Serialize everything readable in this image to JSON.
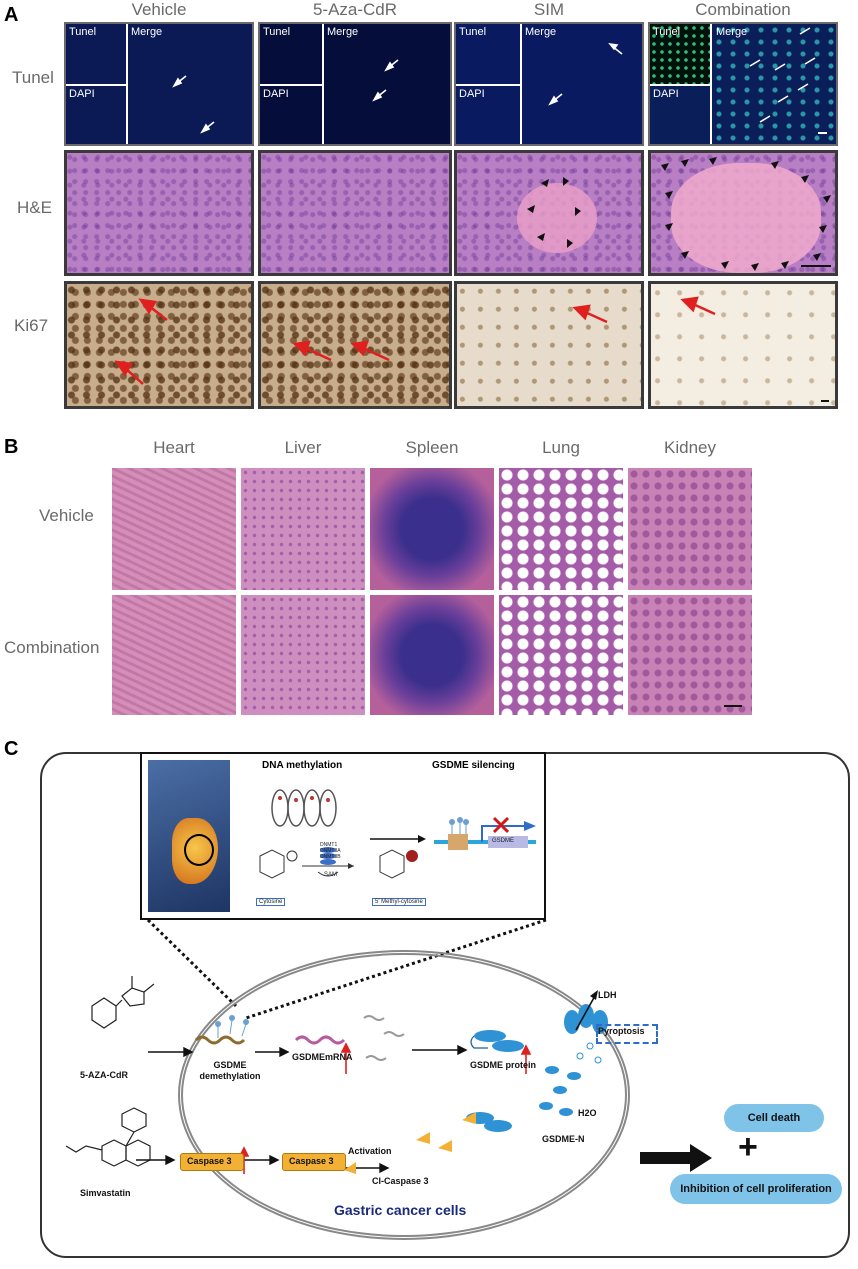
{
  "panels": {
    "a": "A",
    "b": "B",
    "c": "C"
  },
  "panel_a": {
    "columns": [
      "Vehicle",
      "5-Aza-CdR",
      "SIM",
      "Combination"
    ],
    "rows": [
      "Tunel",
      "H&E",
      "Ki67"
    ],
    "sub_labels": {
      "tunel": "Tunel",
      "dapi": "DAPI",
      "merge": "Merge"
    }
  },
  "panel_b": {
    "columns": [
      "Heart",
      "Liver",
      "Spleen",
      "Lung",
      "Kidney"
    ],
    "rows": [
      "Vehicle",
      "Combination"
    ]
  },
  "panel_c": {
    "inset_dna_methylation": "DNA methylation",
    "inset_gsdme_silencing": "GSDME silencing",
    "inset_gsdme_gene": "GSDME",
    "inset_enzymes": [
      "DNMT1",
      "DNMT3A",
      "DNMT3B"
    ],
    "inset_sam": "SAM",
    "inset_cytosine": "Cytosine",
    "inset_methyl_cytosine": "5' Methyl-cytosine",
    "drug_1": "5-AZA-CdR",
    "drug_2": "Simvastatin",
    "demethylation": "GSDME\ndemethylation",
    "mrna": "GSDMEmRNA",
    "protein": "GSDME protein",
    "gsdme_n": "GSDME-N",
    "ldh": "LDH",
    "pyroptosis": "Pyroptosis",
    "h2o": "H2O",
    "caspase_1": "Caspase 3",
    "caspase_2": "Caspase 3",
    "activation": "Activation",
    "cl_caspase": "Cl-Caspase 3",
    "cell_label": "Gastric cancer cells",
    "cell_death": "Cell death",
    "plus": "+",
    "inhibition": "Inhibition of cell proliferation"
  },
  "colors": {
    "tunel_bg": "#0b1a55",
    "he_tissue": "#b97fc4",
    "ki67_tissue": "#c8ad8c",
    "outcome_box": "#7fc3e8",
    "cell_label": "#1b2a7a",
    "caspase_box": "#f2b134",
    "red_arrow": "#e0201f"
  }
}
